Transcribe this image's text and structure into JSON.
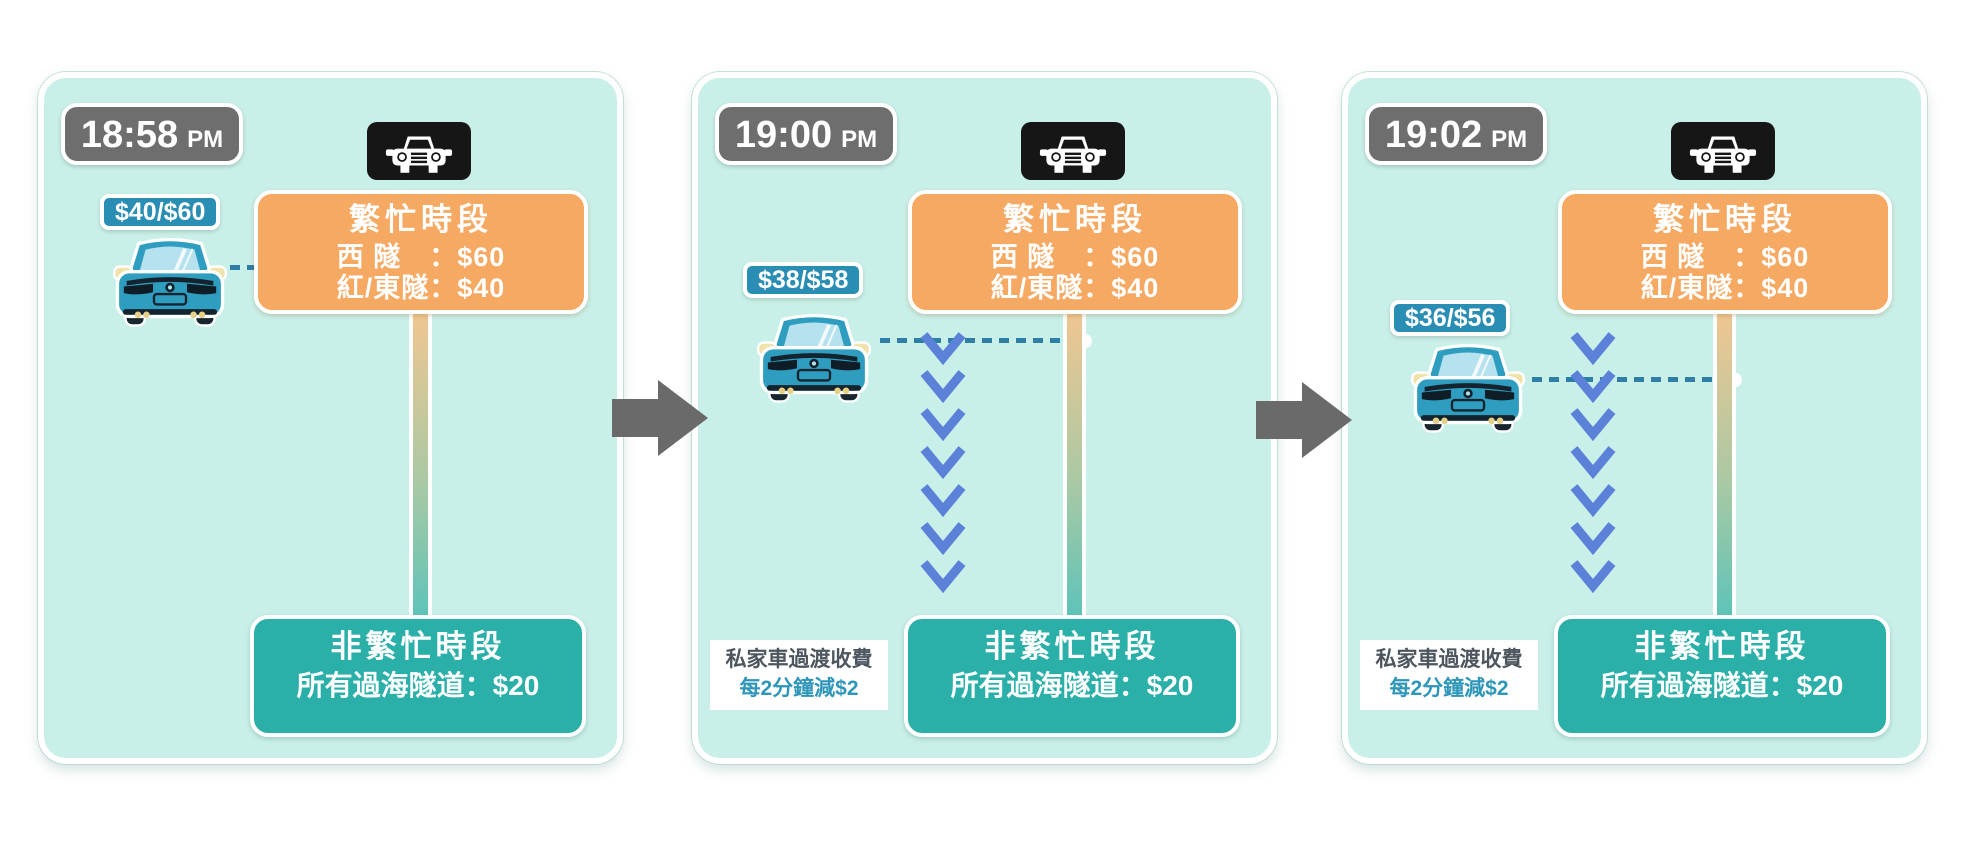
{
  "panels": [
    {
      "time": "18:58",
      "meridiem": "PM",
      "price_tag": "$40/$60",
      "busy_sign": {
        "title": "繁忙時段",
        "west_line": "西 隧　：$60",
        "cross_line": "紅/東隧：$40"
      },
      "offpeak_sign": {
        "title": "非繁忙時段",
        "line": "所有過海隧道：$20"
      }
    },
    {
      "time": "19:00",
      "meridiem": "PM",
      "price_tag": "$38/$58",
      "busy_sign": {
        "title": "繁忙時段",
        "west_line": "西 隧　：$60",
        "cross_line": "紅/東隧：$40"
      },
      "offpeak_sign": {
        "title": "非繁忙時段",
        "line": "所有過海隧道：$20"
      },
      "transition_note": {
        "line1": "私家車過渡收費",
        "line2": "每2分鐘減$2"
      }
    },
    {
      "time": "19:02",
      "meridiem": "PM",
      "price_tag": "$36/$56",
      "busy_sign": {
        "title": "繁忙時段",
        "west_line": "西 隧　：$60",
        "cross_line": "紅/東隧：$40"
      },
      "offpeak_sign": {
        "title": "非繁忙時段",
        "line": "所有過海隧道：$20"
      },
      "transition_note": {
        "line1": "私家車過渡收費",
        "line2": "每2分鐘減$2"
      }
    }
  ],
  "icons": {
    "panel_header": "car-front-icon",
    "between_panels": "right-arrow-icon",
    "falling_price": "down-chevrons-icon"
  },
  "colors": {
    "panel_bg": "#c9f0e8",
    "busy_sign": "#f5a963",
    "offpeak_sign": "#2bb0a9",
    "time_badge": "#6e6e6e",
    "price_tag": "#2a8db4",
    "chevron": "#5b82d8",
    "dash_line": "#2e7ea6",
    "arrow": "#6a6a6a",
    "note_highlight": "#2e96b8",
    "pole_top": "#f2c690",
    "pole_bottom": "#59c3ba"
  }
}
